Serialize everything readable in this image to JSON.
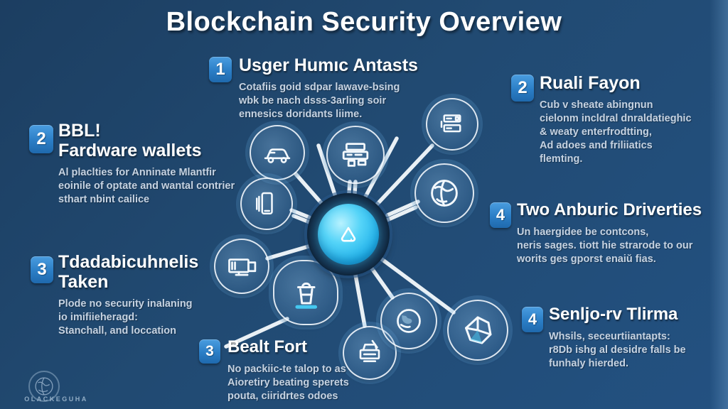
{
  "title": "Blockchain Security Overview",
  "brand": {
    "logo": "globe-logo-icon",
    "name": "OLACKEGUHA"
  },
  "colors": {
    "background": "#214a72",
    "accent_cyan": "#35c4f2",
    "badge_blue": "#2b7ec6",
    "title_text": "#ffffff",
    "body_text": "#c6d3e2"
  },
  "sections": [
    {
      "id": "user-antasts",
      "number": "1",
      "title": "Usger Humıc Antasts",
      "body": "Cotafiis goid sdpar lawave-bsing\nwbk be nach dsss-3arling soir\nennesics doridants liime."
    },
    {
      "id": "hardware-wallets",
      "number": "2",
      "title": "BBL!\nFardware wallets",
      "body": "Al placlties for Anninate Mlantfir\neoinile of optate and wantal contrier\nsthart nbint cailice"
    },
    {
      "id": "taken",
      "number": "3",
      "title": "Tdadabicuhnelis\nTaken",
      "body": "Plode no security inalaning\nio imifiieheragd:\nStanchall, and loccation"
    },
    {
      "id": "bealt-fort",
      "number": "3",
      "title": "Bealt Fort",
      "body": "No packiic-te talop to as\nAioretiry beating sperets\npouta, ciiridrtes odoes"
    },
    {
      "id": "ruali-fayon",
      "number": "2",
      "title": "Ruali Fayon",
      "body": "Cub v sheate abingnun\ncielonm incldral dnraldatieghic\n& weaty enterfrodtting,\nAd adoes and friliiatics\nflemting."
    },
    {
      "id": "two-anburic",
      "number": "4",
      "title": "Two Anburic Driverties",
      "body": "Un haergidee be contcons,\nneris sages. tiott hie strarode to our\nworits ges gporst enaiŭ fias."
    },
    {
      "id": "senljo-tlirma",
      "number": "4",
      "title": "Senljo-rv Tlirma",
      "body": "Whsils, seceurtiiantapts:\nr8Db ishg al desidre falls be\nfunhaly hierded."
    }
  ],
  "diagram": {
    "hub_icon": "shield-hub-icon",
    "node_icons": [
      "car-icon",
      "machine-icon",
      "server-icon",
      "globe-icon",
      "smartphone-icon",
      "computer-icon",
      "trash-bin-icon",
      "printer-icon",
      "world-icon",
      "gem-icon"
    ]
  }
}
